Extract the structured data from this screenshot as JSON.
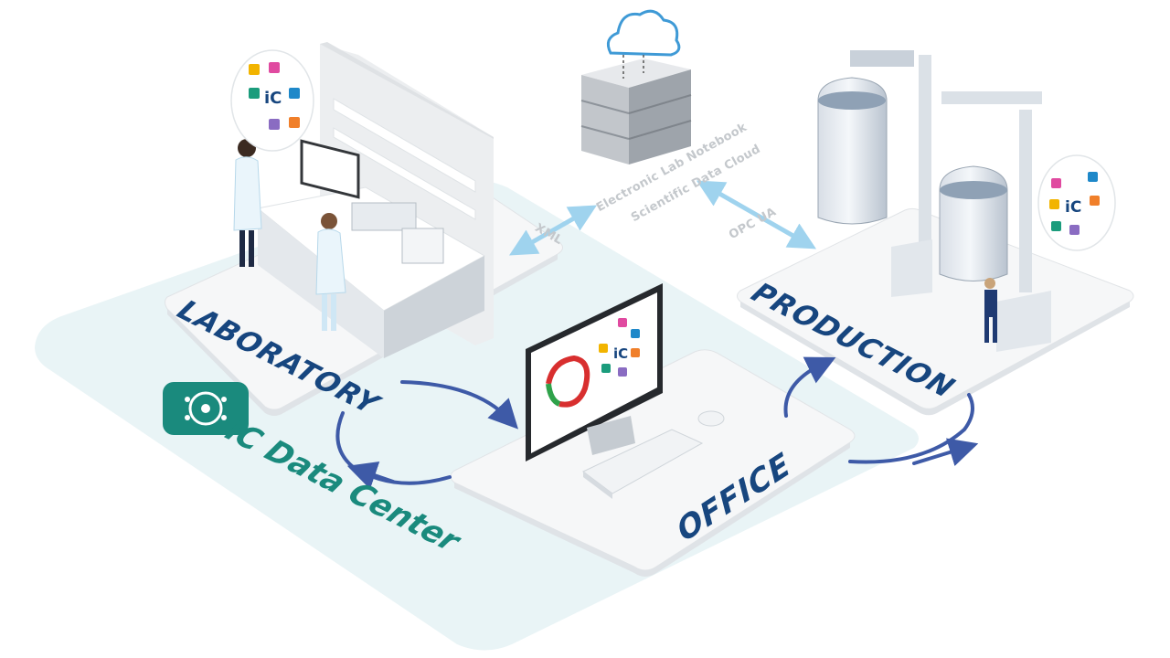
{
  "labels": {
    "laboratory": "LABORATORY",
    "production": "PRODUCTION",
    "office": "OFFICE",
    "data_center": "iC Data Center",
    "xml": "XML",
    "opc_ua": "OPC UA",
    "eln": "Electronic Lab Notebook",
    "sdc": "Scientific Data Cloud",
    "app_brand": "iC"
  },
  "colors": {
    "navy": "#17467f",
    "teal": "#1a8a7d",
    "cycle_arrow": "#3e5aa7",
    "light_blue": "#9fd3ee",
    "grey_text": "#c4c8cc",
    "platform": "#f4f5f6",
    "zone": "#e9f4f6"
  },
  "icons": [
    "cloud-icon",
    "server-stack-icon",
    "data-center-icon",
    "computer-monitor-icon",
    "keyboard-icon",
    "mouse-icon",
    "reactor-tank-icon",
    "scientist-icon",
    "worker-icon",
    "lab-bench-icon",
    "ic-app-bubble-icon"
  ]
}
